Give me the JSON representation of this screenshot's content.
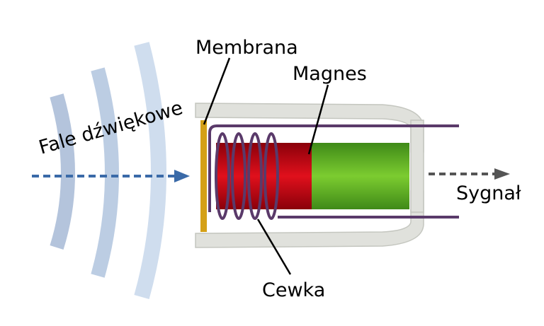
{
  "labels": {
    "membrane": "Membrana",
    "magnet": "Magnes",
    "sound_waves": "Fale dźwiękowe",
    "signal": "Sygnał",
    "coil": "Cewka"
  },
  "colors": {
    "waves": "#b8c9e0",
    "wave_arrow": "#3a6aa8",
    "signal_arrow": "#555555",
    "housing_fill": "#e0e1dc",
    "housing_stroke": "#c4c6bf",
    "membrane": "#d4a017",
    "magnet_red": "#c00010",
    "magnet_green": "#5cb82a",
    "coil": "#5a3a6a"
  }
}
